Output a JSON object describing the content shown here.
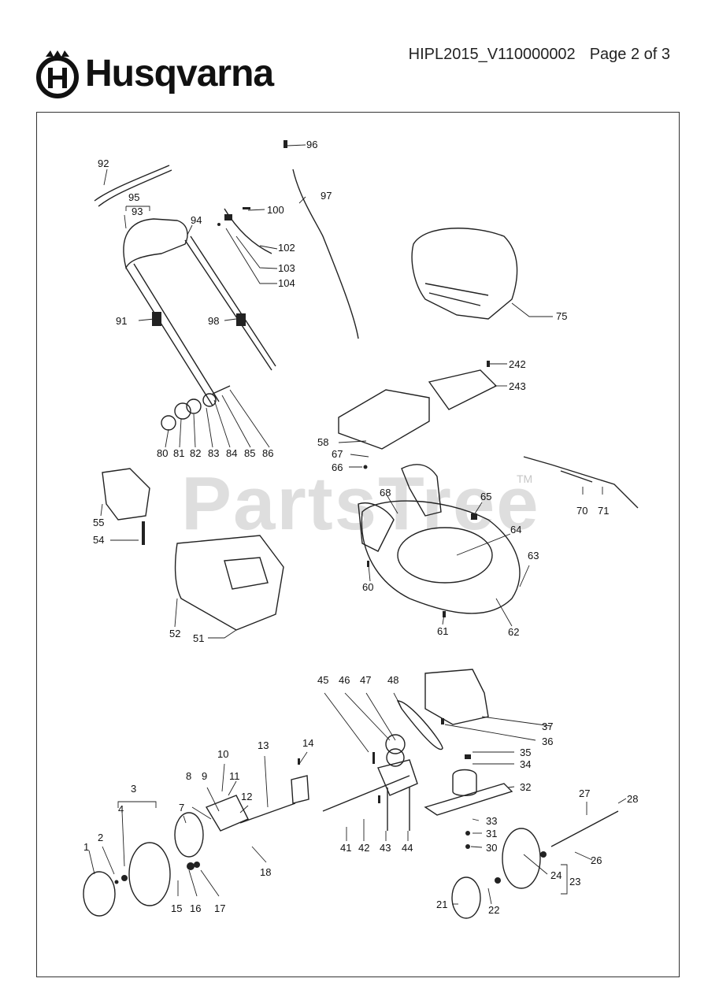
{
  "header": {
    "brand": "Husqvarna",
    "document_id": "HIPL2015_V110000002",
    "page_info": "Page 2 of 3"
  },
  "watermark": {
    "text": "PartsTree",
    "trademark": "TM"
  },
  "part_labels": [
    "1",
    "2",
    "3",
    "4",
    "7",
    "8",
    "9",
    "10",
    "11",
    "12",
    "13",
    "14",
    "15",
    "16",
    "17",
    "18",
    "21",
    "22",
    "23",
    "24",
    "26",
    "27",
    "28",
    "30",
    "31",
    "32",
    "33",
    "34",
    "35",
    "36",
    "37",
    "41",
    "42",
    "43",
    "44",
    "45",
    "46",
    "47",
    "48",
    "51",
    "52",
    "54",
    "55",
    "58",
    "60",
    "61",
    "62",
    "63",
    "64",
    "65",
    "66",
    "67",
    "68",
    "70",
    "71",
    "75",
    "80",
    "81",
    "82",
    "83",
    "84",
    "85",
    "86",
    "91",
    "92",
    "93",
    "94",
    "95",
    "96",
    "97",
    "98",
    "100",
    "102",
    "103",
    "104",
    "242",
    "243"
  ]
}
